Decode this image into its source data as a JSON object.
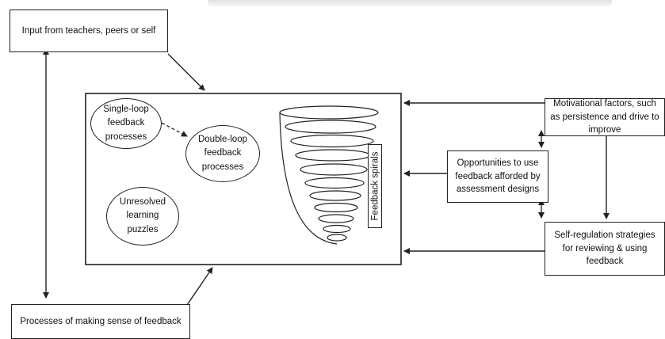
{
  "input_box": "Input from teachers, peers or self",
  "sense_box": "Processes of making sense of feedback",
  "single_loop": "Single-loop feedback processes",
  "double_loop": "Double-loop feedback processes",
  "unresolved": "Unresolved learning puzzles",
  "spirals_label": "Feedback spirals",
  "motivational": "Motivational factors, such as persistence and drive to improve",
  "opportunities": "Opportunities to use feedback afforded by assessment designs",
  "self_regulation": "Self-regulation strategies for reviewing & using feedback"
}
